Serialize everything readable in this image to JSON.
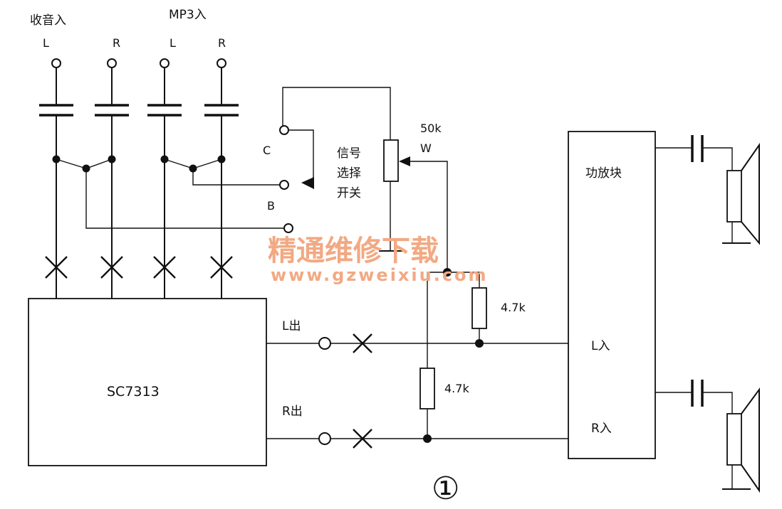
{
  "inputs": {
    "radio_label": "收音入",
    "mp3_label": "MP3入",
    "radio_l": "L",
    "radio_r": "R",
    "mp3_l": "L",
    "mp3_r": "R"
  },
  "switch": {
    "pos_c": "C",
    "pos_b": "B",
    "label_line1": "信号",
    "label_line2": "选择",
    "label_line3": "开关"
  },
  "pot": {
    "value": "50k",
    "ref": "W"
  },
  "chip": {
    "name": "SC7313",
    "out_l": "L出",
    "out_r": "R出"
  },
  "resistors": {
    "r1": "4.7k",
    "r2": "4.7k"
  },
  "amp": {
    "name": "功放块",
    "in_l": "L入",
    "in_r": "R入"
  },
  "figure_number": "①",
  "watermark": {
    "title": "精通维修下载",
    "url": "www.gzweixiu.com"
  }
}
